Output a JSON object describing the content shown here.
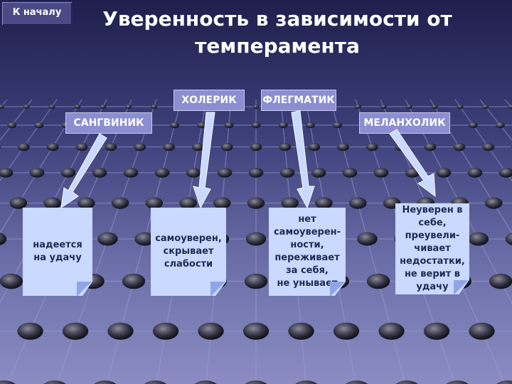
{
  "nav": {
    "home_label": "К началу"
  },
  "title": "Уверенность в зависимости от темперамента",
  "types": {
    "choleric": "ХОЛЕРИК",
    "phlegmatic": "ФЛЕГМАТИК",
    "sanguine": "САНГВИНИК",
    "melancholic": "МЕЛАНХОЛИК"
  },
  "cards": {
    "sanguine": "надеется\nна удачу",
    "choleric": "самоуверен,\nскрывает\nслабости",
    "phlegmatic": "нет\nсамоуверен-\nности,\nпереживает\nза себя,\nне унывает",
    "melancholic": "Неуверен в\nсебе,\nпреувели-\nчивает\nнедостатки,\nне верит в\nудачу"
  },
  "colors": {
    "type_box": "#8b8ed0",
    "card": "#c9d9ff",
    "arrow": "#c9d9ff"
  }
}
